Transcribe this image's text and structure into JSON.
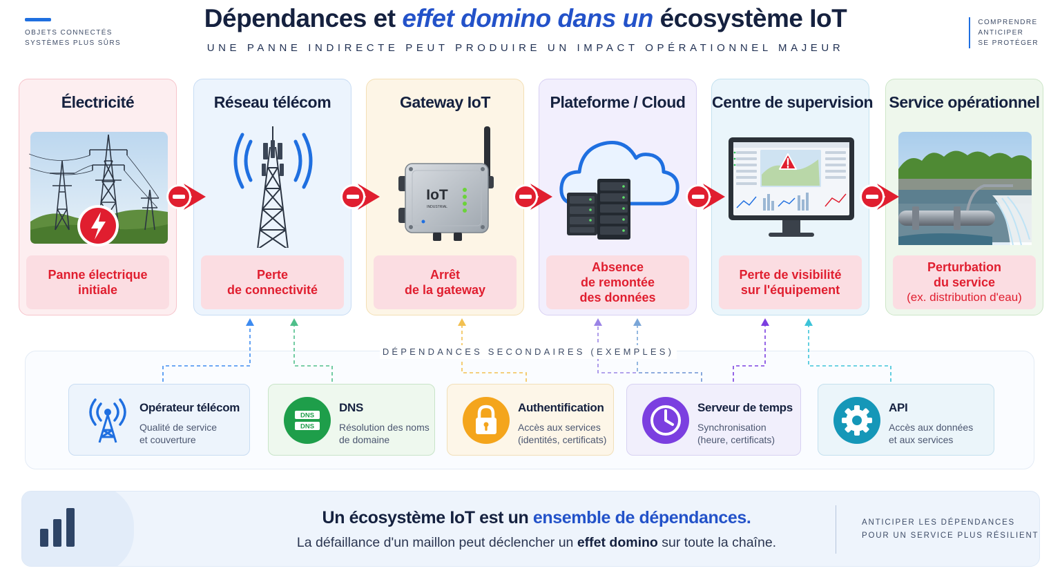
{
  "header": {
    "brand_line1": "OBJETS CONNECTÉS",
    "brand_line2": "SYSTÈMES PLUS SÛRS",
    "title_part1": "Dépendances et ",
    "title_accent": "effet domino dans un",
    "title_part2": " écosystème IoT",
    "subtitle": "UNE PANNE INDIRECTE PEUT PRODUIRE UN IMPACT OPÉRATIONNEL MAJEUR",
    "tag_line1": "COMPRENDRE",
    "tag_line2": "ANTICIPER",
    "tag_line3": "SE PROTÉGER"
  },
  "stages": [
    {
      "title": "Électricité",
      "impact": "Panne électrique\ninitiale",
      "icon": "power-pylon-icon"
    },
    {
      "title": "Réseau télécom",
      "impact": "Perte\nde connectivité",
      "icon": "cell-tower-icon"
    },
    {
      "title": "Gateway IoT",
      "impact": "Arrêt\nde la gateway",
      "icon": "gateway-icon",
      "device_label": "IoT",
      "device_sublabel": "INDUSTRIAL"
    },
    {
      "title": "Plateforme / Cloud",
      "impact": "Absence\nde remontée\ndes données",
      "icon": "cloud-server-icon"
    },
    {
      "title": "Centre de supervision",
      "impact": "Perte de visibilité\nsur l'équipement",
      "icon": "monitor-alert-icon"
    },
    {
      "title": "Service opérationnel",
      "impact": "Perturbation\ndu service",
      "impact_note": "(ex. distribution d'eau)",
      "icon": "water-treatment-icon"
    }
  ],
  "secondary": {
    "label": "DÉPENDANCES SECONDAIRES (EXEMPLES)",
    "items": [
      {
        "name": "Opérateur télécom",
        "desc": "Qualité de service\net couverture",
        "icon": "antenna-icon",
        "color": "#1f6fe0"
      },
      {
        "name": "DNS",
        "desc": "Résolution des noms\nde domaine",
        "icon": "dns-icon",
        "color": "#1e9e4a",
        "badge": "DNS"
      },
      {
        "name": "Authentification",
        "desc": "Accès aux services\n(identités, certificats)",
        "icon": "lock-icon",
        "color": "#f4a51c"
      },
      {
        "name": "Serveur de temps",
        "desc": "Synchronisation\n(heure, certificats)",
        "icon": "clock-icon",
        "color": "#7b3fe0"
      },
      {
        "name": "API",
        "desc": "Accès aux données\net aux services",
        "icon": "gear-icon",
        "color": "#1597b8"
      }
    ]
  },
  "footer": {
    "main_part1": "Un écosystème IoT est un ",
    "main_highlight": "ensemble de dépendances.",
    "sub_part1": "La défaillance d'un maillon peut déclencher un ",
    "sub_bold": "effet domino",
    "sub_part2": " sur toute la chaîne.",
    "tag_line1": "ANTICIPER LES DÉPENDANCES",
    "tag_line2": "POUR UN SERVICE PLUS RÉSILIENT",
    "icon": "bar-chart-icon"
  },
  "colors": {
    "title": "#15213f",
    "accent": "#2352c9",
    "alert_red": "#e01e2f",
    "impact_bg": "#fbdde2"
  }
}
